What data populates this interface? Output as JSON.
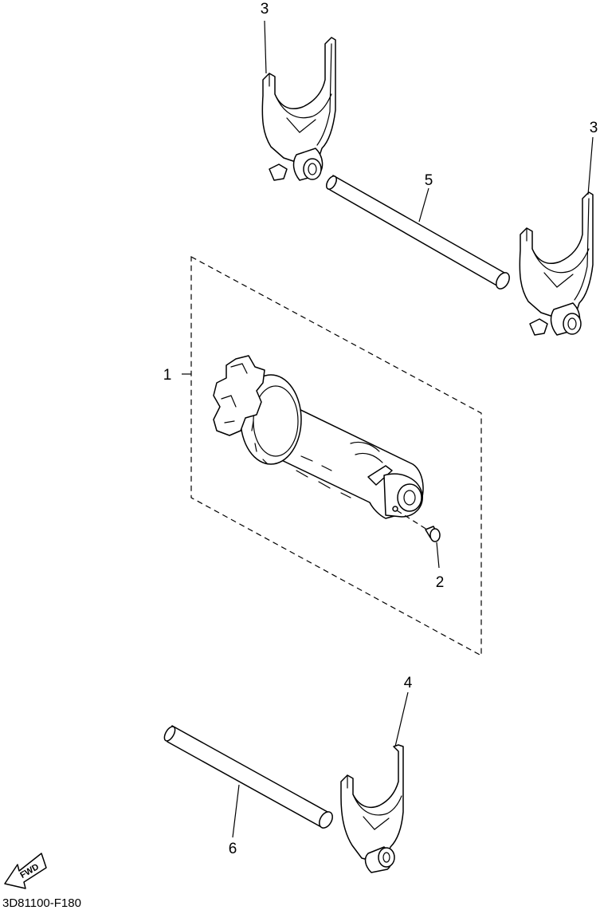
{
  "diagram_code": "3D81100-F180",
  "fwd_label": "FWD",
  "callouts": [
    {
      "id": "1",
      "label": "1"
    },
    {
      "id": "2",
      "label": "2"
    },
    {
      "id": "3a",
      "label": "3"
    },
    {
      "id": "3b",
      "label": "3"
    },
    {
      "id": "4",
      "label": "4"
    },
    {
      "id": "5",
      "label": "5"
    },
    {
      "id": "6",
      "label": "6"
    }
  ],
  "colors": {
    "line": "#000000",
    "background": "#ffffff"
  }
}
